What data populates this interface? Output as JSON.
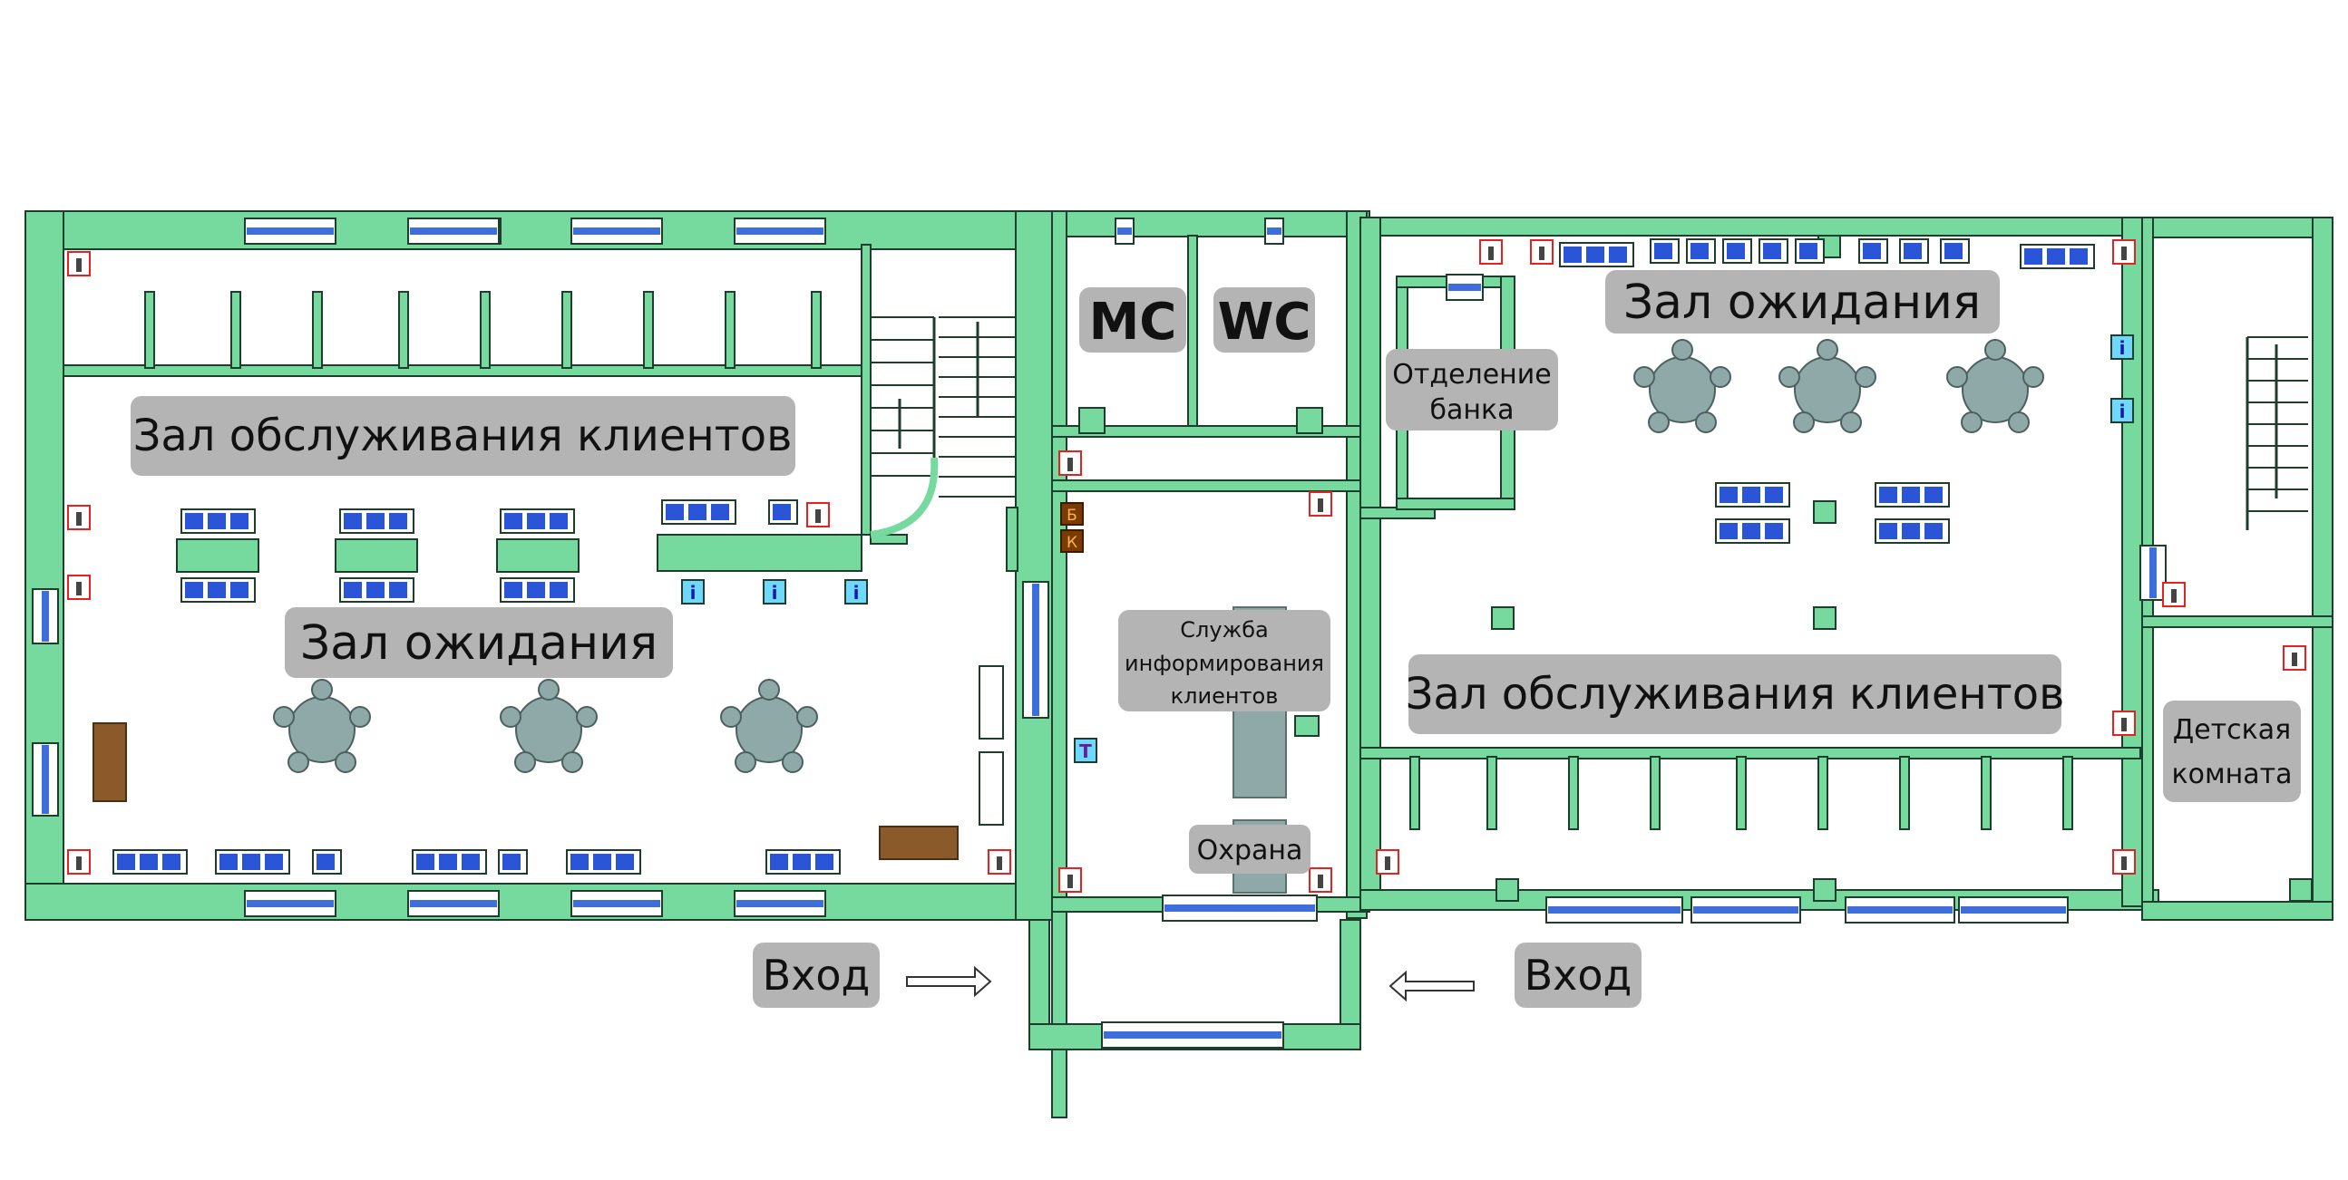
{
  "labels": {
    "service_left": "Зал обслуживания клиентов",
    "waiting_left": "Зал ожидания",
    "mc": "МС",
    "wc": "WC",
    "bank_line1": "Отделение",
    "bank_line2": "банка",
    "waiting_right": "Зал ожидания",
    "info_line1": "Служба",
    "info_line2": "информирования",
    "info_line3": "клиентов",
    "security": "Охрана",
    "service_right": "Зал обслуживания клиентов",
    "kids_line1": "Детская",
    "kids_line2": "комната",
    "entrance_left": "Вход",
    "entrance_right": "Вход"
  },
  "markers": {
    "info": "i",
    "terminal": "T",
    "b": "Б",
    "k": "К"
  },
  "icons": {
    "extinguisher": "fire-extinguisher-icon",
    "info": "info-point-icon",
    "terminal": "terminal-icon",
    "arrow": "arrow-icon"
  },
  "colors": {
    "wall": "#76da9f",
    "wall_stroke": "#1f3d2c",
    "window": "#3d6edb",
    "seat": "#2a55d6",
    "table": "#8fa9a9",
    "desk_wood": "#8b5a2b",
    "label_bg": "#b4b4b4",
    "extinguisher": "#e52222"
  }
}
